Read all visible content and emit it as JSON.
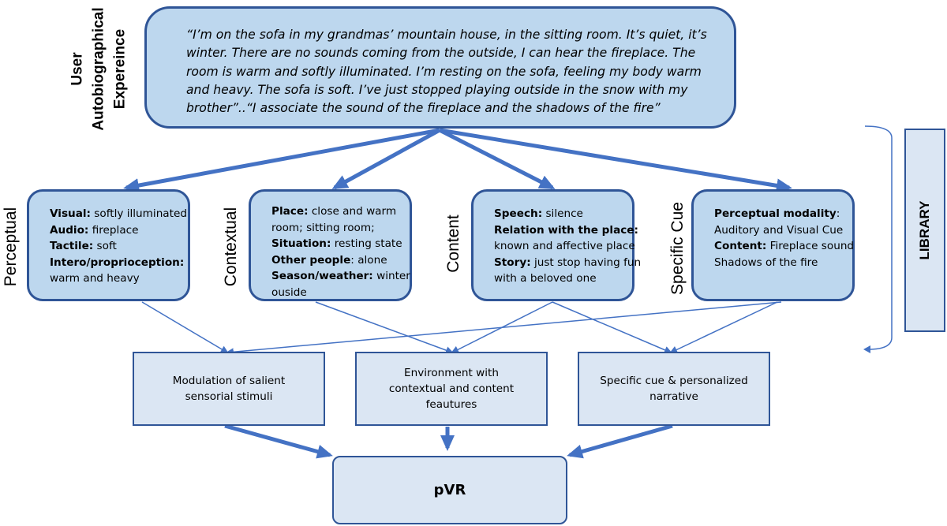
{
  "user_label": [
    "User",
    "Autobiographical",
    "Expereince"
  ],
  "quote_lines": [
    "“I’m on the sofa in my grandmas’ mountain house, in the sitting room. It’s quiet, it’s",
    "winter. There are no sounds coming from the outside, I can hear the fireplace. The",
    "room is warm and softly illuminated. I’m resting on the sofa, feeling my body warm",
    "and heavy. The sofa is soft. I’ve just stopped playing outside in the snow with my",
    "brother”..“I associate the sound of the fireplace and the shadows of the fire”"
  ],
  "categories": [
    {
      "label": "Perceptual",
      "rows": [
        {
          "key": "Visual:",
          "val": " softly illuminated"
        },
        {
          "key": "Audio:",
          "val": " fireplace"
        },
        {
          "key": "Tactile:",
          "val": " soft"
        },
        {
          "key": "Intero/proprioception:",
          "val": ""
        },
        {
          "key": "",
          "val": "warm and heavy"
        }
      ]
    },
    {
      "label": "Contextual",
      "rows": [
        {
          "key": "Place:",
          "val": " close and warm"
        },
        {
          "key": "",
          "val": "room;  sitting room;"
        },
        {
          "key": "Situation:",
          "val": " resting state"
        },
        {
          "key": "Other people",
          "val": ": alone"
        },
        {
          "key": "Season/weather:",
          "val": " winter"
        },
        {
          "key": "",
          "val": "ouside"
        }
      ]
    },
    {
      "label": "Content",
      "rows": [
        {
          "key": "Speech:",
          "val": " silence"
        },
        {
          "key": "Relation with the place:",
          "val": ""
        },
        {
          "key": "",
          "val": "known and affective place"
        },
        {
          "key": "Story:",
          "val": " just stop having fun"
        },
        {
          "key": "",
          "val": "with a beloved one"
        }
      ]
    },
    {
      "label": "Specific Cue",
      "rows": [
        {
          "key": "Perceptual modality",
          "val": ":"
        },
        {
          "key": "",
          "val": "Auditory  and Visual Cue"
        },
        {
          "key": "Content:",
          "val": " Fireplace sound"
        },
        {
          "key": "",
          "val": "Shadows of the  fire"
        }
      ]
    }
  ],
  "outputs": [
    [
      "Modulation of salient",
      "sensorial stimuli"
    ],
    [
      "Environment  with",
      "contextual and content",
      "feautures"
    ],
    [
      "Specific cue & personalized",
      "narrative"
    ]
  ],
  "pvr_label": "pVR",
  "library_label": "LIBRARY",
  "colors": {
    "box_fill": "#bdd7ee",
    "box_border": "#2f5597",
    "light_fill": "#dbe6f3",
    "arrow": "#4472c4"
  }
}
